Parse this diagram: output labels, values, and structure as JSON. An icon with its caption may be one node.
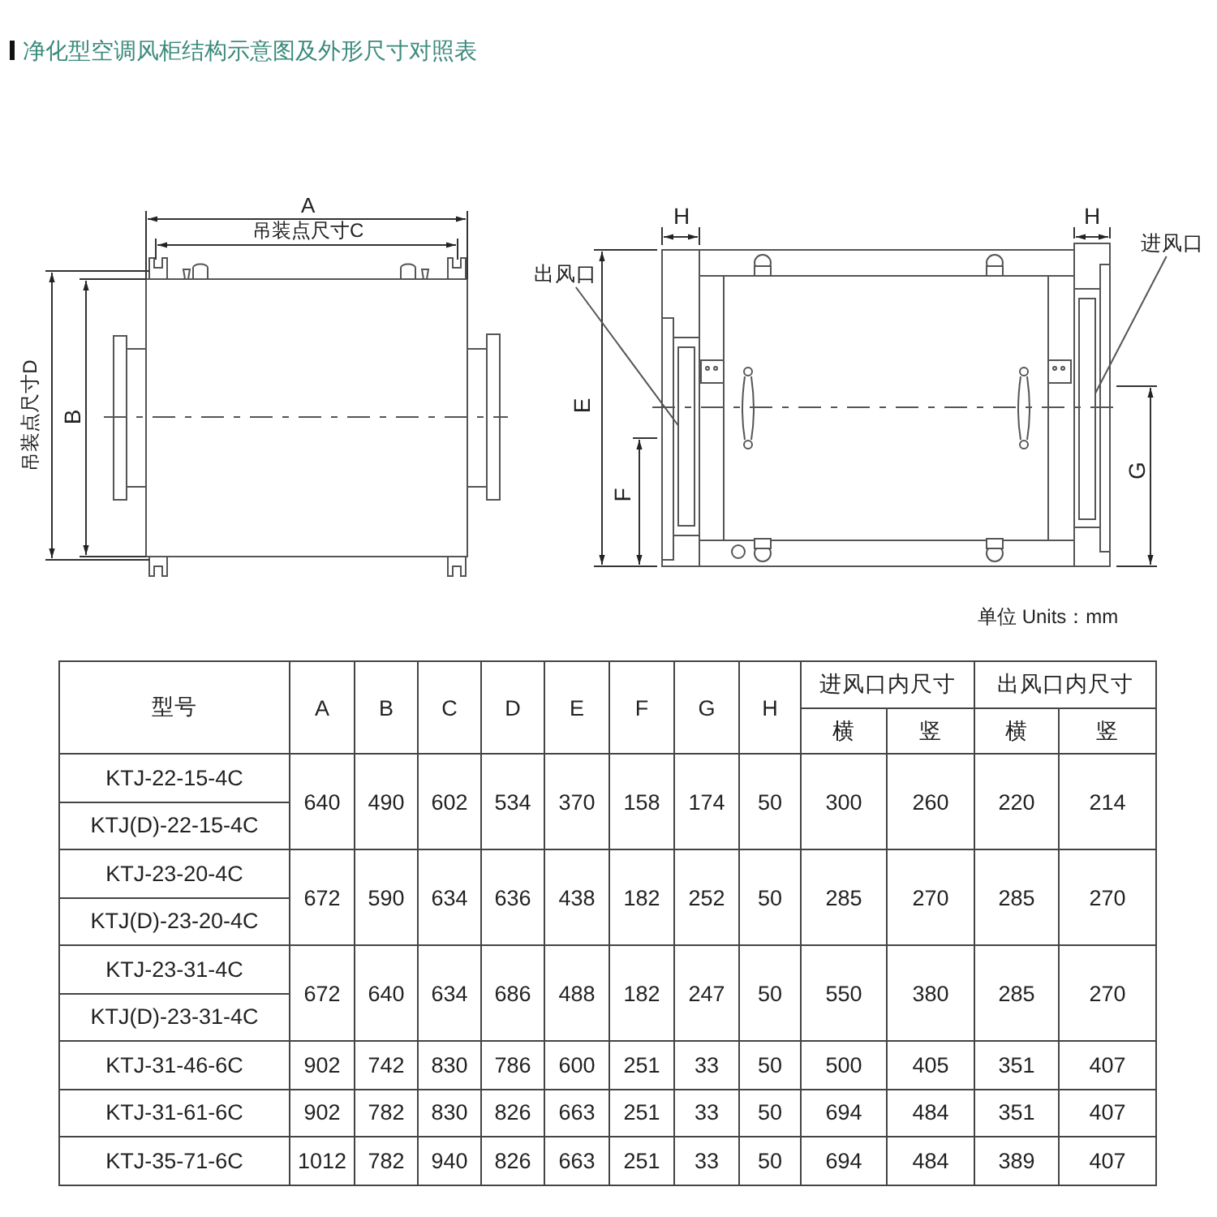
{
  "diagram": {
    "title": "净化型空调风柜结构示意图及外形尺寸对照表",
    "nodes": [
      {
        "text": [
          "出风口"
        ]
      },
      {
        "text": [],
        "shape": "box"
      },
      {
        "text": [
          "进风口"
        ]
      },
      {
        "text": [],
        "shape": "box"
      }
    ],
    "edges": [
      {
        "from": 0,
        "to": 1,
        "arrow": "none"
      },
      {
        "from": 2,
        "to": 3,
        "arrow": "none"
      }
    ],
    "labels": [
      "A",
      "吊装点尺寸C",
      "吊装点尺寸D",
      "B",
      "H",
      "H",
      "E",
      "F",
      "G",
      "单位 Units：mm",
      "型号",
      "A",
      "B",
      "C",
      "D",
      "E",
      "F",
      "G",
      "H",
      "进风口内尺寸",
      "出风口内尺寸",
      "横",
      "竖",
      "横",
      "竖",
      "KTJ-22-15-4C",
      "640",
      "490",
      "602",
      "534",
      "370",
      "158",
      "174",
      "50",
      "300",
      "260",
      "220",
      "214",
      "KTJ(D)-22-15-4C",
      "KTJ-23-20-4C",
      "672",
      "590",
      "634",
      "636",
      "438",
      "182",
      "252",
      "50",
      "285",
      "270",
      "285",
      "270",
      "KTJ(D)-23-20-4C",
      "KTJ-23-31-4C",
      "672",
      "640",
      "634",
      "686",
      "488",
      "182",
      "247",
      "50",
      "550",
      "380",
      "285",
      "270",
      "KTJ(D)-23-31-4C",
      "KTJ-31-46-6C",
      "902",
      "742",
      "830",
      "786",
      "600",
      "251",
      "33",
      "50",
      "500",
      "405",
      "351",
      "407",
      "KTJ-31-61-6C",
      "902",
      "782",
      "830",
      "826",
      "663",
      "251",
      "33",
      "50",
      "694",
      "484",
      "351",
      "407",
      "KTJ-35-71-6C",
      "1012",
      "782",
      "940",
      "826",
      "663",
      "251",
      "33",
      "50",
      "694",
      "484",
      "389",
      "407"
    ]
  }
}
